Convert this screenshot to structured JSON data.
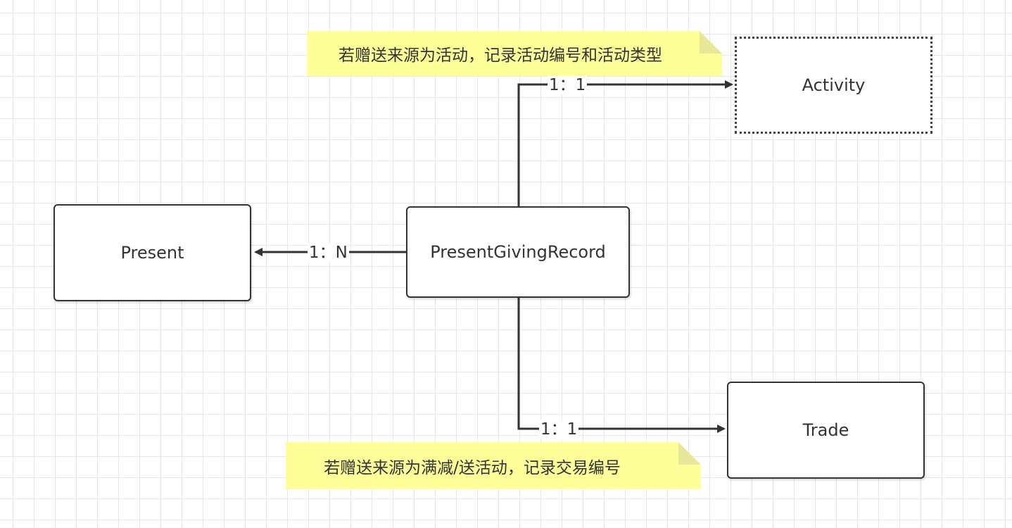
{
  "entities": {
    "present": "Present",
    "record": "PresentGivingRecord",
    "activity": "Activity",
    "trade": "Trade"
  },
  "relationships": {
    "record_to_activity": "1：1",
    "record_to_present": "1：N",
    "record_to_trade": "1：1"
  },
  "notes": {
    "activity_note": "若赠送来源为活动，记录活动编号和活动类型",
    "trade_note": "若赠送来源为满减/送活动，记录交易编号"
  },
  "colors": {
    "note_fill": "#ffff99",
    "line": "#333333"
  }
}
